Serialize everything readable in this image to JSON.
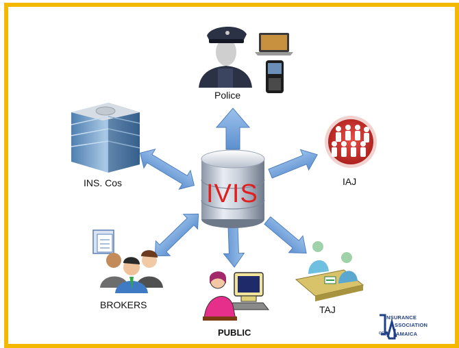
{
  "center": {
    "label": "IVIS"
  },
  "nodes": {
    "police": "Police",
    "ins_cos": "INS. Cos",
    "iaj": "IAJ",
    "brokers": "BROKERS",
    "public": "PUBLIC",
    "taj": "TAJ"
  },
  "logo": {
    "line1": "NSURANCE",
    "line2": "SSOCIATION",
    "line3": "AMAICA",
    "prefix": "OF"
  },
  "colors": {
    "frame": "#f5b800",
    "arrow": "#7aa9df",
    "center_text": "#e02020"
  }
}
